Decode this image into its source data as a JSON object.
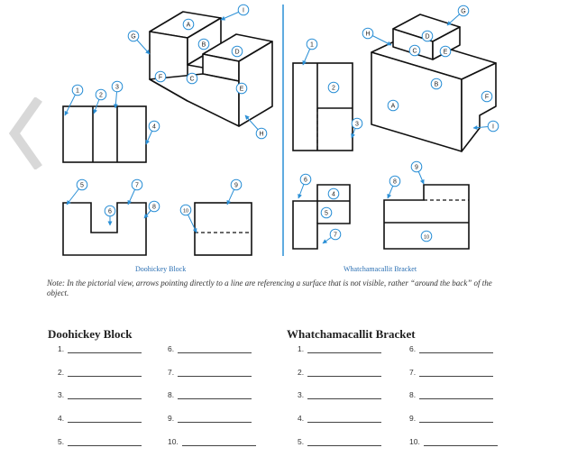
{
  "figure": {
    "caption_left": "Doohickey Block",
    "caption_right": "Whatchamacallit Bracket",
    "note": "Note: In the pictorial view, arrows pointing directly to a line are referencing a surface that is not visible, rather “around the back” of the object."
  },
  "doohickey_pictorial_labels": [
    "A",
    "B",
    "C",
    "D",
    "E",
    "F",
    "G",
    "H",
    "I"
  ],
  "doohickey_view_numbers": [
    "1",
    "2",
    "3",
    "4",
    "5",
    "6",
    "7",
    "8",
    "9",
    "10"
  ],
  "bracket_pictorial_labels": [
    "A",
    "B",
    "C",
    "D",
    "E",
    "F",
    "G",
    "H",
    "I"
  ],
  "bracket_view_numbers": [
    "1",
    "2",
    "3",
    "4",
    "5",
    "6",
    "7",
    "8",
    "9",
    "10"
  ],
  "answer_sheet": {
    "left_title": "Doohickey Block",
    "right_title": "Whatchamacallit Bracket",
    "left_col1": [
      "1.",
      "2.",
      "3.",
      "4.",
      "5."
    ],
    "left_col2": [
      "6.",
      "7.",
      "8.",
      "9.",
      "10."
    ],
    "right_col1": [
      "1.",
      "2.",
      "3.",
      "4.",
      "5."
    ],
    "right_col2": [
      "6.",
      "7.",
      "8.",
      "9.",
      "10."
    ]
  },
  "colors": {
    "accent": "#2a8fd6",
    "line": "#111111",
    "back_chevron": "#d8d8d8"
  }
}
